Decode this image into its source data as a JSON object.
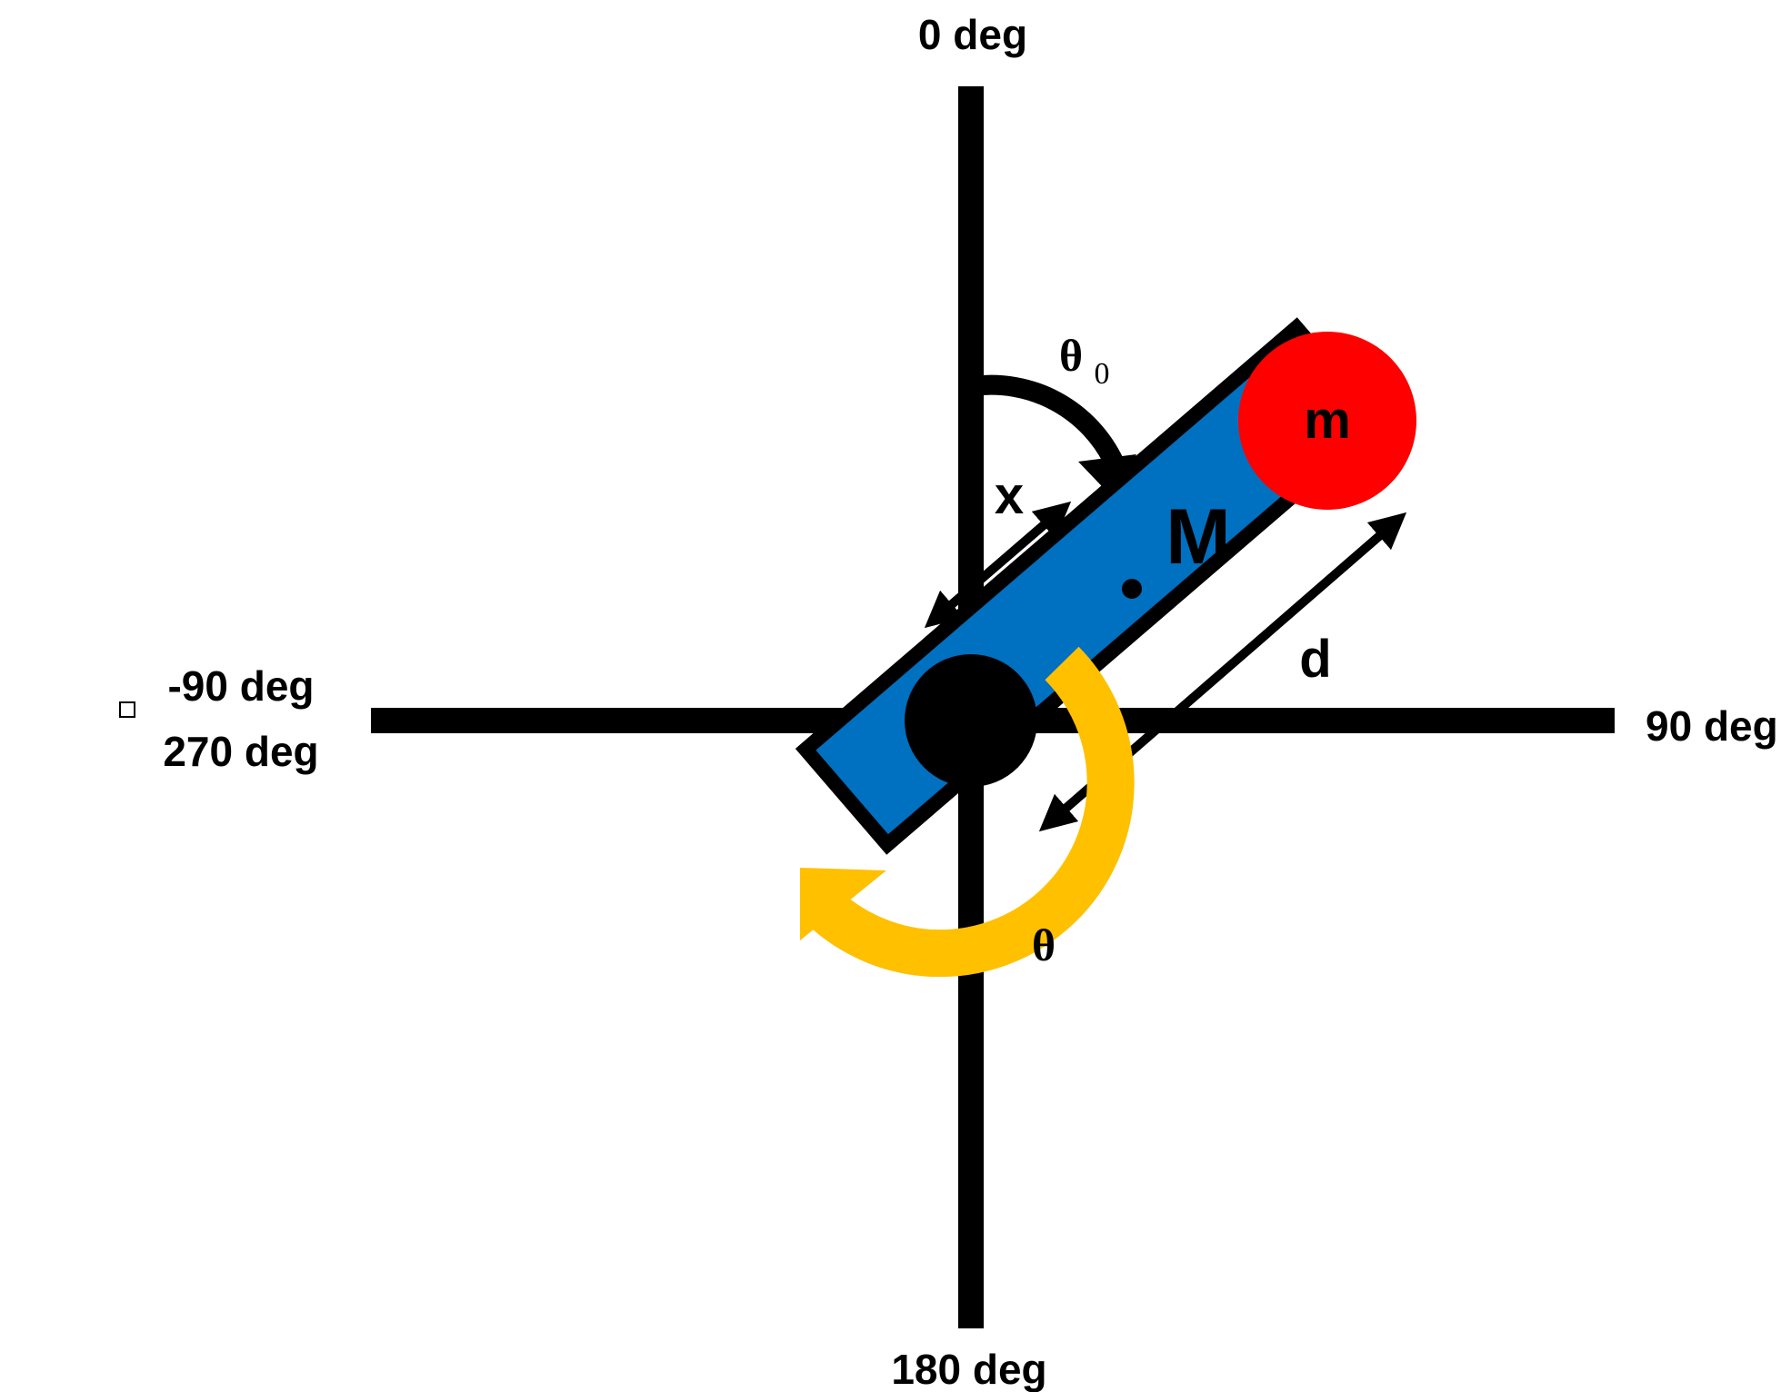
{
  "axes": {
    "top_label": "0 deg",
    "right_label": "90 deg",
    "bottom_label": "180 deg",
    "left_label_line1": "-90 deg",
    "left_label_line2": "270 deg"
  },
  "symbols": {
    "theta0_main": "θ",
    "theta0_sub": "0",
    "theta": "θ",
    "x": "x",
    "d": "d",
    "big_mass": "M",
    "small_mass": "m"
  },
  "colors": {
    "axis": "#000000",
    "bar_fill": "#0070C0",
    "bar_stroke": "#000000",
    "pivot": "#000000",
    "mass_fill": "#FF0000",
    "rotation_arrow": "#FFC000",
    "background": "#FFFFFF"
  },
  "icons": {
    "left_marker": "small-square-icon"
  }
}
